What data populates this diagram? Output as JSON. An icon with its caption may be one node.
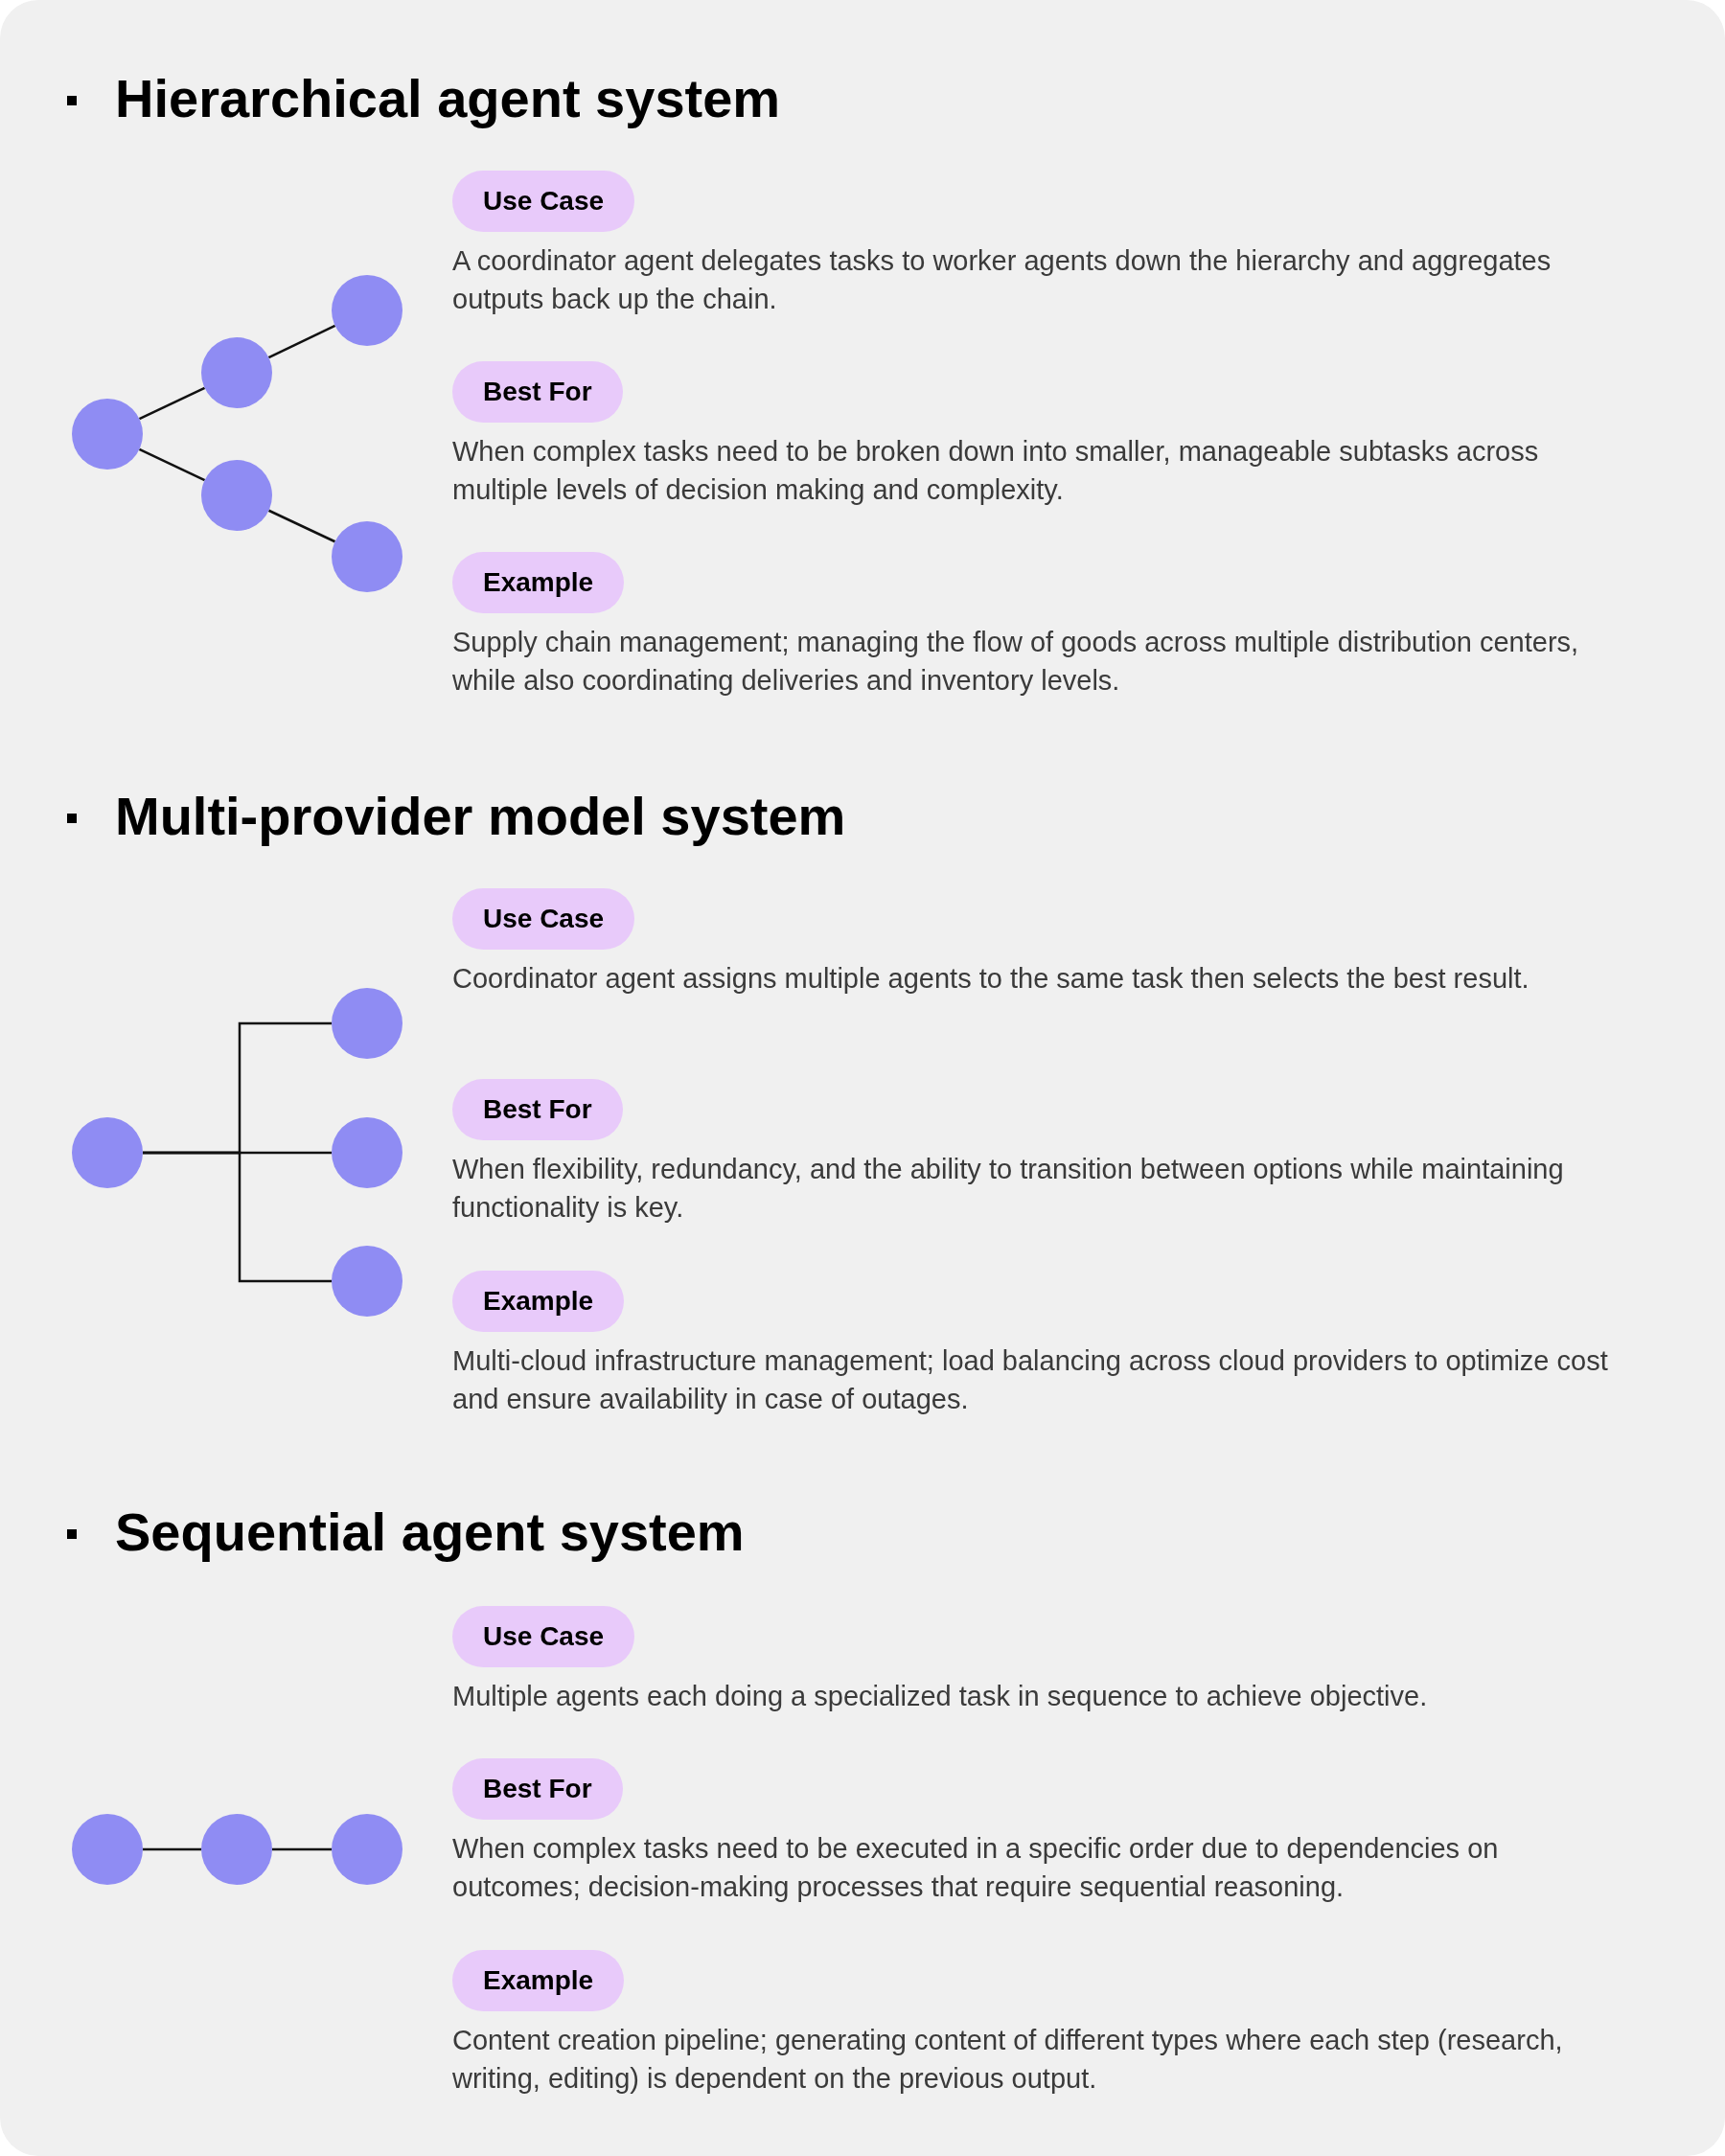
{
  "diagram": {
    "nodes": [
      {
        "text": [],
        "shape": "circle"
      },
      {
        "text": [],
        "shape": "circle"
      },
      {
        "text": [],
        "shape": "circle"
      },
      {
        "text": [],
        "shape": "circle"
      },
      {
        "text": [],
        "shape": "circle"
      },
      {
        "text": [
          "Use Case"
        ],
        "beside": [
          "A coordinator agent delegates tasks to worker agents down the hierarchy and aggregates outputs back up the chain."
        ]
      },
      {
        "text": [
          "Best For"
        ],
        "beside": [
          "When complex tasks need to be broken down into smaller, manageable subtasks across multiple levels of decision making and complexity."
        ]
      },
      {
        "text": [
          "Example"
        ],
        "beside": [
          "Supply chain management; managing the flow of goods across multiple distribution centers, while also coordinating deliveries and inventory levels."
        ]
      },
      {
        "text": [],
        "shape": "circle"
      },
      {
        "text": [],
        "shape": "circle"
      },
      {
        "text": [],
        "shape": "circle"
      },
      {
        "text": [],
        "shape": "circle"
      },
      {
        "text": [
          "Use Case"
        ],
        "beside": [
          "Coordinator agent assigns multiple agents to the same task then selects the best result."
        ]
      },
      {
        "text": [
          "Best For"
        ],
        "beside": [
          "When flexibility, redundancy, and the ability to transition between options while maintaining functionality is key."
        ]
      },
      {
        "text": [
          "Example"
        ],
        "beside": [
          "Multi-cloud infrastructure management; load balancing across cloud providers to optimize cost and ensure availability in case of outages."
        ]
      },
      {
        "text": [],
        "shape": "circle"
      },
      {
        "text": [],
        "shape": "circle"
      },
      {
        "text": [],
        "shape": "circle"
      },
      {
        "text": [
          "Use Case"
        ],
        "beside": [
          "Multiple agents each doing a specialized task in sequence to achieve objective."
        ]
      },
      {
        "text": [
          "Best For"
        ],
        "beside": [
          "When complex tasks need to be executed in a specific order due to dependencies on outcomes; decision-making processes that require sequential reasoning."
        ]
      },
      {
        "text": [
          "Example"
        ],
        "beside": [
          "Content creation pipeline; generating content of different types where each step (research, writing, editing) is dependent on the previous output."
        ]
      }
    ],
    "edges": [
      {
        "from": 0,
        "to": 1,
        "arrow": "none"
      },
      {
        "from": 1,
        "to": 2,
        "arrow": "none"
      },
      {
        "from": 0,
        "to": 3,
        "arrow": "none"
      },
      {
        "from": 3,
        "to": 4,
        "arrow": "none"
      },
      {
        "from": 8,
        "to": 9,
        "arrow": "none"
      },
      {
        "from": 8,
        "to": 10,
        "arrow": "none"
      },
      {
        "from": 8,
        "to": 11,
        "arrow": "none"
      },
      {
        "from": 15,
        "to": 16,
        "arrow": "none"
      },
      {
        "from": 16,
        "to": 17,
        "arrow": "none"
      }
    ],
    "labels": [
      "Hierarchical agent system",
      "Multi-provider model system",
      "Sequential agent system"
    ]
  }
}
